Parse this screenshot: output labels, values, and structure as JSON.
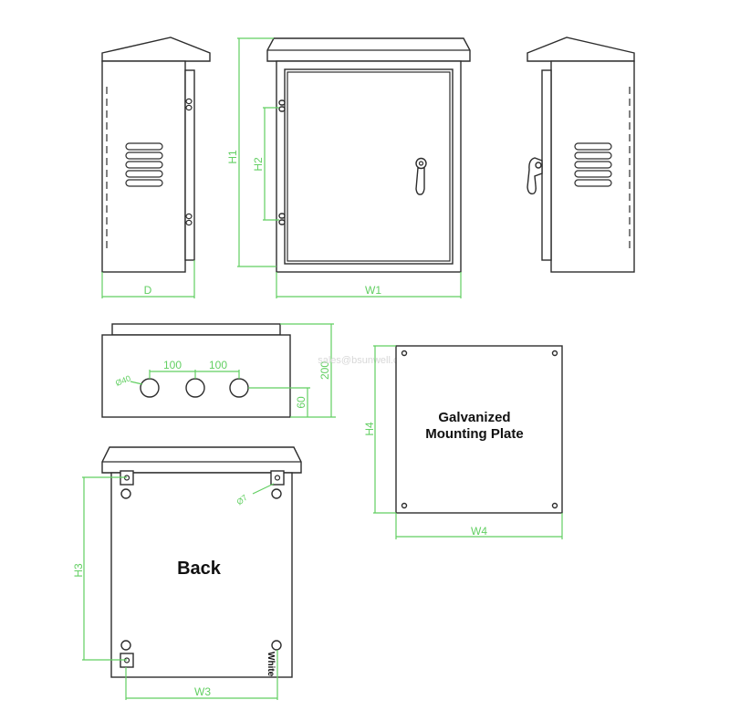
{
  "colors": {
    "dimension": "#62cf62",
    "outline": "#2d2d2d",
    "watermark": "#d8d8d8",
    "background": "#ffffff"
  },
  "watermark": "sales@bsunwell.com",
  "left_side_view": {
    "depth_label": "D"
  },
  "front_view": {
    "height_label": "H1",
    "hinge_spacing_label": "H2",
    "width_label": "W1"
  },
  "bottom_view": {
    "hole_spacing_left": "100",
    "hole_spacing_right": "100",
    "hole_diameter_label": "Ø40",
    "hole_height_label": "60",
    "depth_label": "200"
  },
  "mounting_plate": {
    "title_line1": "Galvanized",
    "title_line2": "Mounting Plate",
    "height_label": "H4",
    "width_label": "W4"
  },
  "back_view": {
    "title": "Back",
    "mounting_hole_label": "Ø7",
    "color_note": "White",
    "height_label": "H3",
    "width_label": "W3"
  }
}
